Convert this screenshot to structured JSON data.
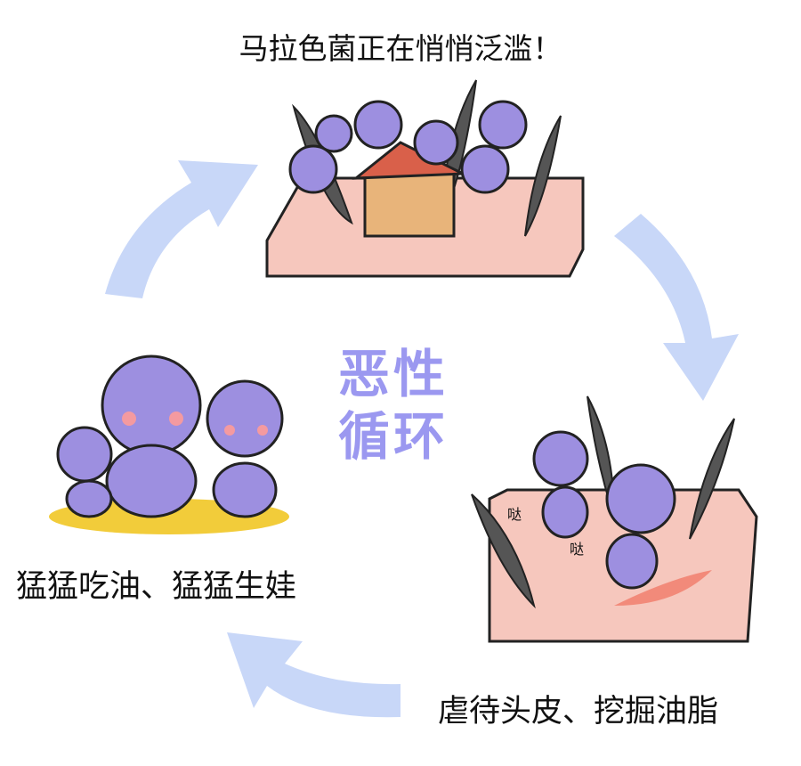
{
  "captions": {
    "top": "马拉色菌正在悄悄泛滥！",
    "left": "猛猛吃油、猛猛生娃",
    "right": "虐待头皮、挖掘油脂"
  },
  "center": {
    "line1": "恶性",
    "line2": "循环"
  },
  "sound_effects": [
    "哒",
    "哒"
  ],
  "colors": {
    "accent": "#9b98f0",
    "arrow": "#c8d7f8",
    "creature": "#9d8fe0",
    "skin": "#f6c7bd",
    "oil": "#f2cc3a"
  }
}
